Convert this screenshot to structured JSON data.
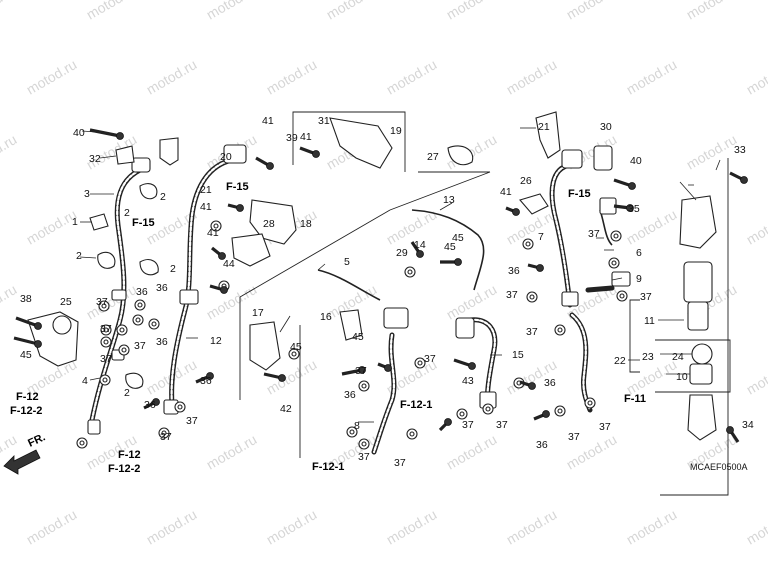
{
  "watermark": "motod.ru",
  "diagram_code": "MCAEF0500A",
  "fr_label": "FR.",
  "part_labels": [
    "1",
    "2",
    "3",
    "4",
    "5",
    "6",
    "7",
    "8",
    "9",
    "10",
    "11",
    "12",
    "13",
    "14",
    "15",
    "16",
    "17",
    "18",
    "19",
    "20",
    "21",
    "22",
    "23",
    "24",
    "25",
    "26",
    "27",
    "28",
    "29",
    "30",
    "31",
    "32",
    "33",
    "34",
    "35",
    "36",
    "37",
    "38",
    "39",
    "40",
    "41",
    "42",
    "43",
    "44",
    "45"
  ],
  "ref_labels": [
    "F-15",
    "F-15",
    "F-15",
    "F-12",
    "F-12-2",
    "F-12",
    "F-12-2",
    "F-12-1",
    "F-12-1",
    "F-11"
  ]
}
